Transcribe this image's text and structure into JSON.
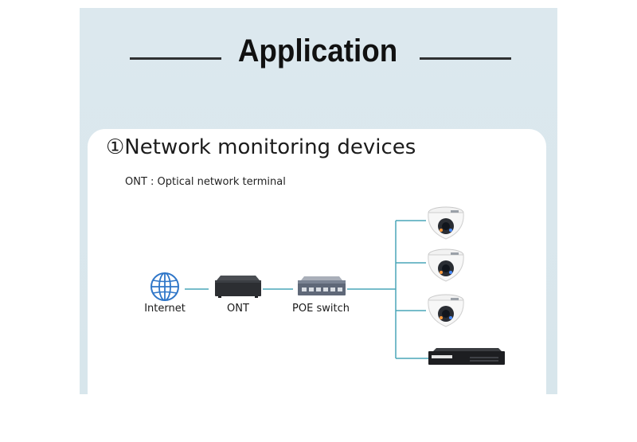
{
  "banner": {
    "title": "Application"
  },
  "section": {
    "title": "①Network monitoring devices",
    "note": "ONT : Optical network terminal"
  },
  "nodes": {
    "internet": "Internet",
    "ont": "ONT",
    "poe_switch": "POE switch"
  },
  "colors": {
    "panel_background": "#d9e7ed",
    "connector_line": "#4aa6b8",
    "banner_rule": "#2f3032"
  },
  "icons": {
    "internet": "globe-icon",
    "ont": "ont-device-icon",
    "poe_switch": "poe-switch-icon",
    "camera": "dome-camera-icon",
    "recorder": "nvr-icon"
  }
}
